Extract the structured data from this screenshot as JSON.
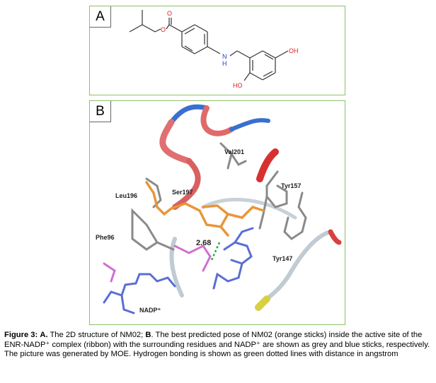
{
  "panel_a": {
    "label": "A",
    "atoms": {
      "o_carbonyl": "O",
      "o_ester": "O",
      "n": "N",
      "h": "H",
      "oh_right": "OH",
      "oh_bottom": "HO"
    }
  },
  "panel_b": {
    "label": "B",
    "residues": {
      "val201": "Val201",
      "tyr157": "Tyr157",
      "leu196": "Leu196",
      "ser197": "Ser197",
      "phe96": "Phe96",
      "tyr147": "Tyr147",
      "nadp": "NADP⁺"
    },
    "distance": "2.68",
    "colors": {
      "ligand": "#e8963a",
      "residue": "#8a8a8a",
      "nadp": "#5a6ed6",
      "phosphate": "#d070d0",
      "hbond": "#2aa84a",
      "ribbon_red": "#d94040",
      "ribbon_blue": "#3a6fd0",
      "ribbon_grey": "#c0cbd3",
      "ribbon_yellow": "#d8d040"
    }
  },
  "caption": {
    "fig_label": "Figure 3:",
    "a_label": "A.",
    "a_text": " The 2D structure of NM02; ",
    "b_label": "B",
    "b_text": ". The best predicted pose of NM02 (orange sticks) inside the active site of the ENR-NADP⁺ complex (ribbon) with the surrounding residues and NADP⁺ are shown as grey and blue sticks, respectively. The picture was generated by MOE. Hydrogen bonding is shown as green dotted lines with distance in angstrom"
  }
}
